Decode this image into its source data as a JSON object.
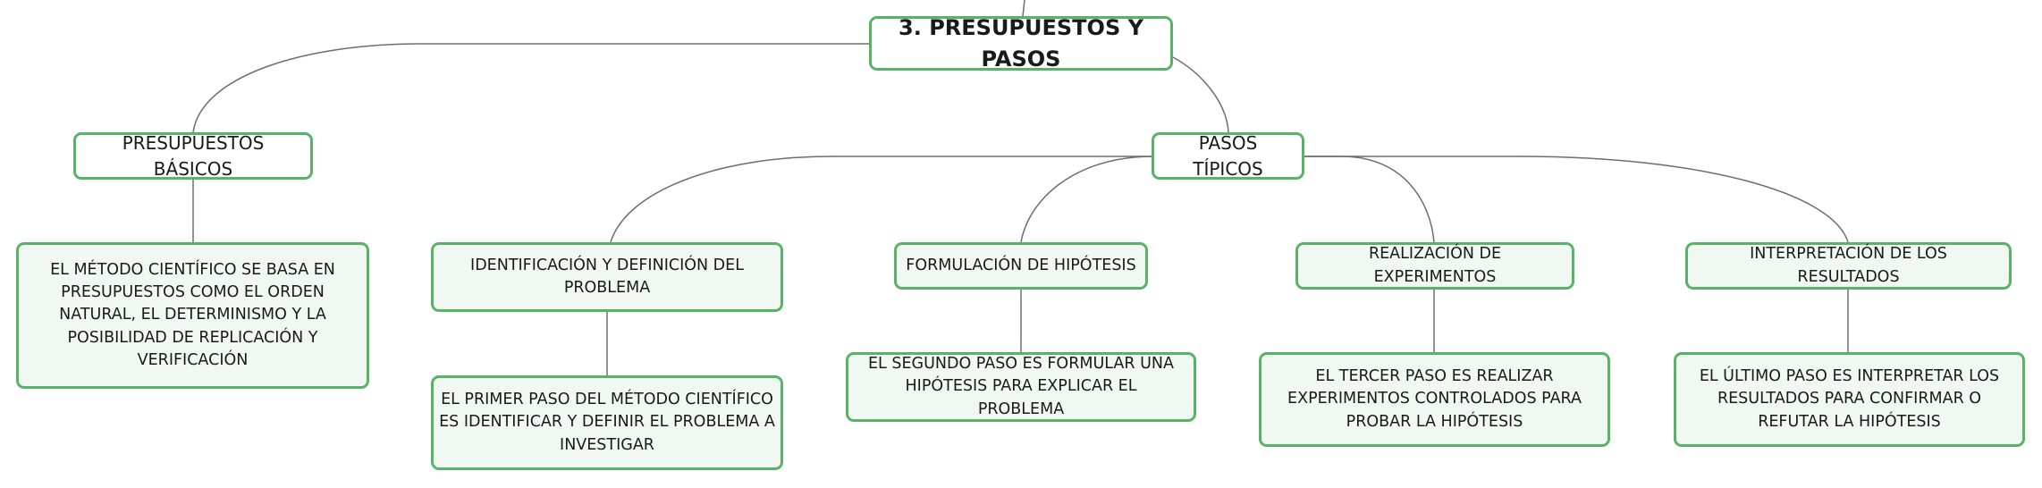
{
  "colors": {
    "node_border": "#58b368",
    "node_fill": "#f1f8f1",
    "connector": "#6d6d6d"
  },
  "root": {
    "label": "3. PRESUPUESTOS Y PASOS"
  },
  "basic": {
    "label": "PRESUPUESTOS BÁSICOS",
    "detail": "EL MÉTODO CIENTÍFICO SE BASA EN PRESUPUESTOS COMO EL ORDEN NATURAL, EL DETERMINISMO Y LA POSIBILIDAD DE REPLICACIÓN Y VERIFICACIÓN"
  },
  "steps": {
    "label": "PASOS TÍPICOS",
    "items": [
      {
        "label": "IDENTIFICACIÓN Y DEFINICIÓN DEL PROBLEMA",
        "detail": "EL PRIMER PASO DEL MÉTODO CIENTÍFICO ES IDENTIFICAR Y DEFINIR EL PROBLEMA A INVESTIGAR"
      },
      {
        "label": "FORMULACIÓN DE HIPÓTESIS",
        "detail": "EL SEGUNDO PASO ES FORMULAR UNA HIPÓTESIS PARA EXPLICAR EL PROBLEMA"
      },
      {
        "label": "REALIZACIÓN DE EXPERIMENTOS",
        "detail": "EL TERCER PASO ES REALIZAR EXPERIMENTOS CONTROLADOS PARA PROBAR LA HIPÓTESIS"
      },
      {
        "label": "INTERPRETACIÓN DE LOS RESULTADOS",
        "detail": "EL ÚLTIMO PASO ES INTERPRETAR LOS RESULTADOS PARA CONFIRMAR O REFUTAR LA HIPÓTESIS"
      }
    ]
  }
}
